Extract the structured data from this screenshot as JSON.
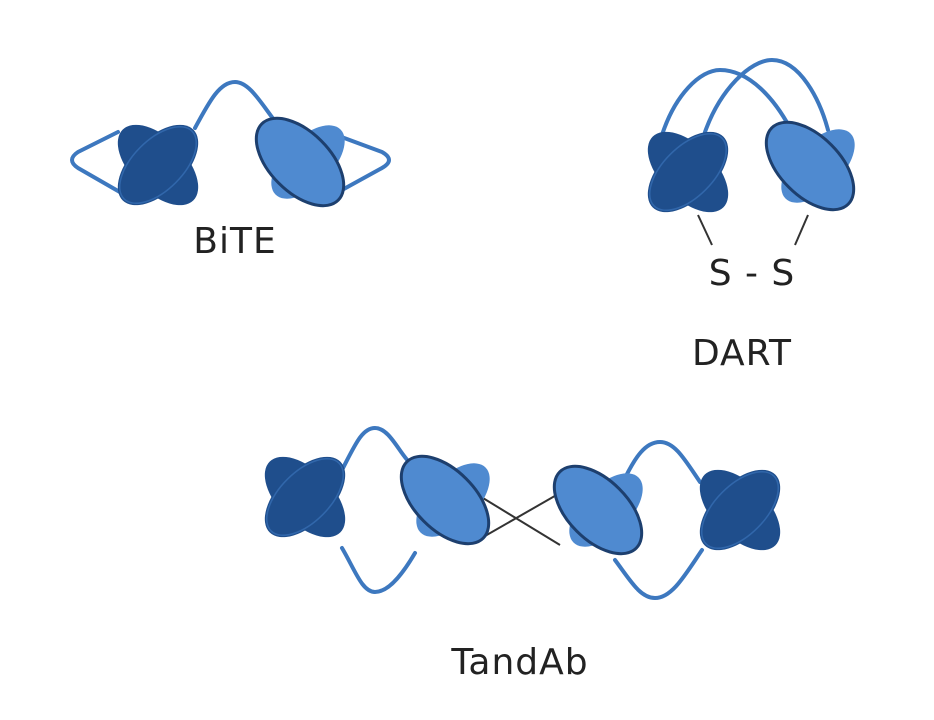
{
  "colors": {
    "dark_domain": "#1f4e8c",
    "light_domain": "#4f8ad0",
    "linker": "#3d78bf",
    "outline": "#1d3f6e"
  },
  "labels": {
    "bite": "BiTE",
    "dart": "DART",
    "disulfide": "S - S",
    "tandab": "TandAb"
  }
}
